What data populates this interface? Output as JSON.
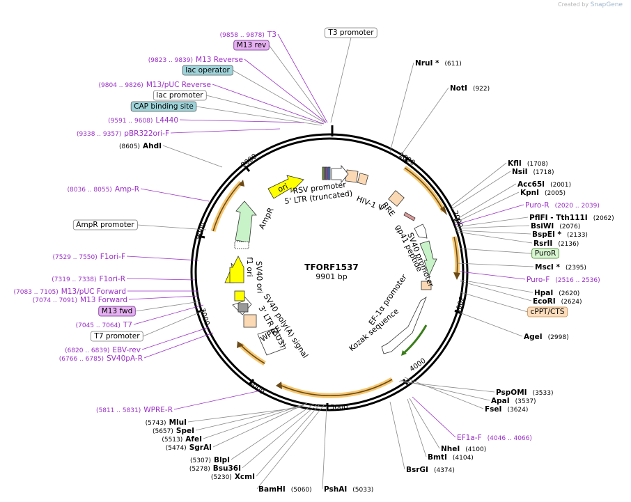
{
  "credit": {
    "created_by": "Created by",
    "brand": "SnapGene"
  },
  "plasmid": {
    "name": "TFORF1537",
    "length": "9901 bp"
  },
  "ticks": [
    "1000",
    "2000",
    "3000",
    "4000",
    "5000",
    "6000",
    "7000",
    "8000",
    "9000"
  ],
  "labels": [
    {
      "name": "T3",
      "pos": "(9858 .. 9878)",
      "kind": "primer"
    },
    {
      "name": "M13 rev",
      "kind": "pbox"
    },
    {
      "name": "T3 promoter",
      "kind": "box"
    },
    {
      "name": "M13 Reverse",
      "pos": "(9823 .. 9839)",
      "kind": "primer"
    },
    {
      "name": "lac operator",
      "kind": "tbox"
    },
    {
      "name": "M13/pUC Reverse",
      "pos": "(9804 .. 9826)",
      "kind": "primer"
    },
    {
      "name": "lac promoter",
      "kind": "box"
    },
    {
      "name": "CAP binding site",
      "kind": "tbox"
    },
    {
      "name": "L4440",
      "pos": "(9591 .. 9608)",
      "kind": "primer"
    },
    {
      "name": "pBR322ori-F",
      "pos": "(9338 .. 9357)",
      "kind": "primer"
    },
    {
      "name": "AhdI",
      "pos": "(8605)",
      "kind": "site"
    },
    {
      "name": "Amp-R",
      "pos": "(8036 .. 8055)",
      "kind": "primer"
    },
    {
      "name": "AmpR promoter",
      "kind": "box"
    },
    {
      "name": "F1ori-F",
      "pos": "(7529 .. 7550)",
      "kind": "primer"
    },
    {
      "name": "F1ori-R",
      "pos": "(7319 .. 7338)",
      "kind": "primer"
    },
    {
      "name": "M13/pUC Forward",
      "pos": "(7083 .. 7105)",
      "kind": "primer"
    },
    {
      "name": "M13 Forward",
      "pos": "(7074 .. 7091)",
      "kind": "primer"
    },
    {
      "name": "M13 fwd",
      "kind": "pbox"
    },
    {
      "name": "T7",
      "pos": "(7045 .. 7064)",
      "kind": "primer"
    },
    {
      "name": "T7 promoter",
      "kind": "box"
    },
    {
      "name": "EBV-rev",
      "pos": "(6820 .. 6839)",
      "kind": "primer"
    },
    {
      "name": "SV40pA-R",
      "pos": "(6766 .. 6785)",
      "kind": "primer"
    },
    {
      "name": "WPRE-R",
      "pos": "(5811 .. 5831)",
      "kind": "primer"
    },
    {
      "name": "MluI",
      "pos": "(5743)",
      "kind": "site"
    },
    {
      "name": "SpeI",
      "pos": "(5657)",
      "kind": "site"
    },
    {
      "name": "AfeI",
      "pos": "(5513)",
      "kind": "site"
    },
    {
      "name": "SgrAI",
      "pos": "(5474)",
      "kind": "site"
    },
    {
      "name": "BlpI",
      "pos": "(5307)",
      "kind": "site"
    },
    {
      "name": "Bsu36I",
      "pos": "(5278)",
      "kind": "site"
    },
    {
      "name": "XcmI",
      "pos": "(5230)",
      "kind": "site"
    },
    {
      "name": "BamHI",
      "pos": "(5060)",
      "kind": "site"
    },
    {
      "name": "PshAI",
      "pos": "(5033)",
      "kind": "site"
    },
    {
      "name": "NruI",
      "star": "*",
      "pos": "(611)",
      "kind": "site"
    },
    {
      "name": "NotI",
      "pos": "(922)",
      "kind": "site"
    },
    {
      "name": "KflI",
      "pos": "(1708)",
      "kind": "site"
    },
    {
      "name": "NsiI",
      "pos": "(1718)",
      "kind": "site"
    },
    {
      "name": "Acc65I",
      "pos": "(2001)",
      "kind": "site"
    },
    {
      "name": "KpnI",
      "pos": "(2005)",
      "kind": "site"
    },
    {
      "name": "Puro-R",
      "pos": "(2020 .. 2039)",
      "kind": "primer"
    },
    {
      "name": "PflFI - Tth111I",
      "pos": "(2062)",
      "kind": "site"
    },
    {
      "name": "BsiWI",
      "pos": "(2076)",
      "kind": "site"
    },
    {
      "name": "BspEI",
      "star": "*",
      "pos": "(2133)",
      "kind": "site"
    },
    {
      "name": "RsrII",
      "pos": "(2136)",
      "kind": "site"
    },
    {
      "name": "PuroR",
      "kind": "gbox"
    },
    {
      "name": "MscI",
      "star": "*",
      "pos": "(2395)",
      "kind": "site"
    },
    {
      "name": "Puro-F",
      "pos": "(2516 .. 2536)",
      "kind": "primer"
    },
    {
      "name": "HpaI",
      "pos": "(2620)",
      "kind": "site"
    },
    {
      "name": "EcoRI",
      "pos": "(2624)",
      "kind": "site"
    },
    {
      "name": "cPPT/CTS",
      "kind": "obox"
    },
    {
      "name": "AgeI",
      "pos": "(2998)",
      "kind": "site"
    },
    {
      "name": "PspOMI",
      "pos": "(3533)",
      "kind": "site"
    },
    {
      "name": "ApaI",
      "pos": "(3537)",
      "kind": "site"
    },
    {
      "name": "FseI",
      "pos": "(3624)",
      "kind": "site"
    },
    {
      "name": "EF1a-F",
      "pos": "(4046 .. 4066)",
      "kind": "primer"
    },
    {
      "name": "NheI",
      "pos": "(4100)",
      "kind": "site"
    },
    {
      "name": "BmtI",
      "pos": "(4104)",
      "kind": "site"
    },
    {
      "name": "BsrGI",
      "pos": "(4374)",
      "kind": "site"
    }
  ],
  "inner_labels": [
    "RSV promoter",
    "5' LTR (truncated)",
    "HIV-1 Ψ",
    "RRE",
    "gp41 peptide",
    "SV40 promoter",
    "EF-1α promoter",
    "Kozak sequence",
    "WPRE",
    "3' LTR (ΔU3)",
    "SV40 poly(A) signal",
    "SV40 ori",
    "f1 ori",
    "AmpR",
    "ori"
  ],
  "colors": {
    "primer": "#9b2fc8",
    "site": "#000000",
    "ring": "#000000",
    "cds": "#f0a418"
  }
}
